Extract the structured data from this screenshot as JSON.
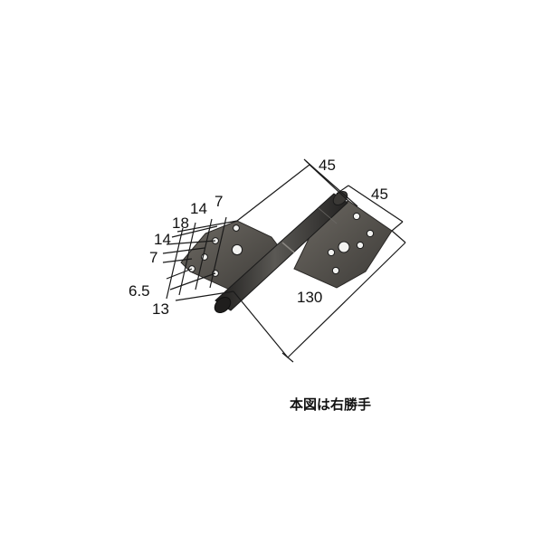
{
  "dimensions": {
    "width_top": "45",
    "width_right": "45",
    "height_length": "130",
    "hole_spacing_7_top": "7",
    "hole_spacing_14_top": "14",
    "hole_spacing_18": "18",
    "hole_spacing_14_left": "14",
    "hole_spacing_7_left": "7",
    "hole_spacing_6_5": "6.5",
    "hole_spacing_13": "13"
  },
  "caption": "本図は右勝手",
  "colors": {
    "leaf": "#5a5752",
    "leaf_dark": "#3a3835",
    "barrel": "#2e2c2a",
    "line": "#1a1a1a"
  }
}
